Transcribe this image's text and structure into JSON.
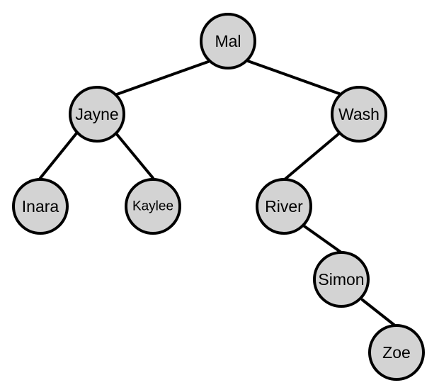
{
  "diagram": {
    "type": "binary-tree",
    "colors": {
      "node_fill": "#d3d3d3",
      "node_stroke": "#000000",
      "edge": "#000000"
    },
    "nodes": [
      {
        "id": "mal",
        "label": "Mal"
      },
      {
        "id": "jayne",
        "label": "Jayne"
      },
      {
        "id": "wash",
        "label": "Wash"
      },
      {
        "id": "inara",
        "label": "Inara"
      },
      {
        "id": "kaylee",
        "label": "Kaylee"
      },
      {
        "id": "river",
        "label": "River"
      },
      {
        "id": "simon",
        "label": "Simon"
      },
      {
        "id": "zoe",
        "label": "Zoe"
      }
    ],
    "edges": [
      {
        "from": "mal",
        "to": "jayne"
      },
      {
        "from": "mal",
        "to": "wash"
      },
      {
        "from": "jayne",
        "to": "inara"
      },
      {
        "from": "jayne",
        "to": "kaylee"
      },
      {
        "from": "wash",
        "to": "river"
      },
      {
        "from": "river",
        "to": "simon"
      },
      {
        "from": "simon",
        "to": "zoe"
      }
    ]
  }
}
